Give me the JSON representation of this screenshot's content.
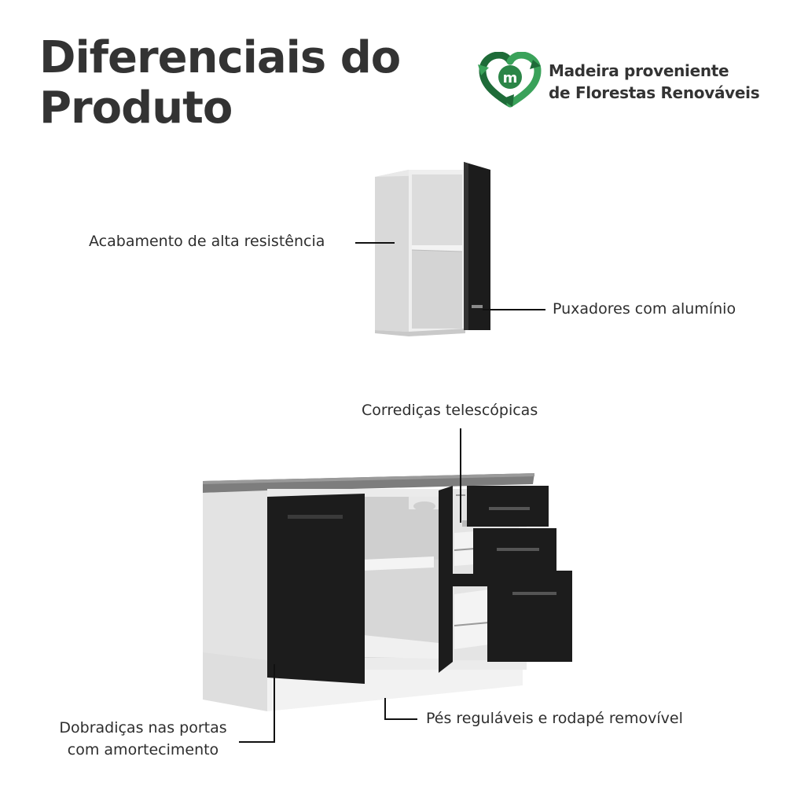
{
  "header": {
    "title_line1": "Diferenciais do",
    "title_line2": "Produto"
  },
  "eco_badge": {
    "icon": "recycle-leaf-logo",
    "logo_letter": "m",
    "line1": "Madeira proveniente",
    "line2": "de Florestas Renováveis",
    "colors": {
      "green_dark": "#1e6b38",
      "green_light": "#3aa25a"
    }
  },
  "features": {
    "finish": "Acabamento de alta resistência",
    "handles": "Puxadores com alumínio",
    "slides": "Corrediças telescópicas",
    "hinges_line1": "Dobradiças nas portas",
    "hinges_line2": "com amortecimento",
    "feet": "Pés reguláveis e rodapé removível"
  },
  "colors": {
    "door_black": "#1c1c1c",
    "body_gray": "#e6e6e6",
    "countertop": "#7d7d7d",
    "leader": "#111111"
  }
}
